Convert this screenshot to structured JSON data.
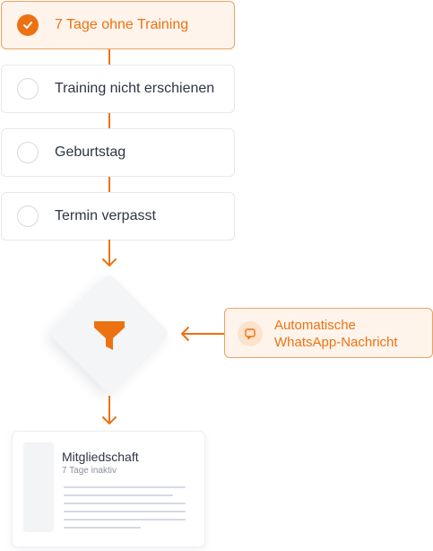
{
  "steps": [
    {
      "label": "7 Tage ohne Training",
      "checked": true
    },
    {
      "label": "Training nicht erschienen",
      "checked": false
    },
    {
      "label": "Geburtstag",
      "checked": false
    },
    {
      "label": "Termin verpasst",
      "checked": false
    }
  ],
  "action": {
    "line1": "Automatische",
    "line2": "WhatsApp-Nachricht",
    "icon": "chat-bubble-icon"
  },
  "filter": {
    "icon": "funnel-icon"
  },
  "result_card": {
    "title": "Mitgliedschaft",
    "subtitle": "7 Tage inaktiv"
  },
  "colors": {
    "accent": "#ec7211",
    "accent_light": "#fff4ec",
    "border": "#e6e8ec",
    "text": "#2f3542"
  }
}
